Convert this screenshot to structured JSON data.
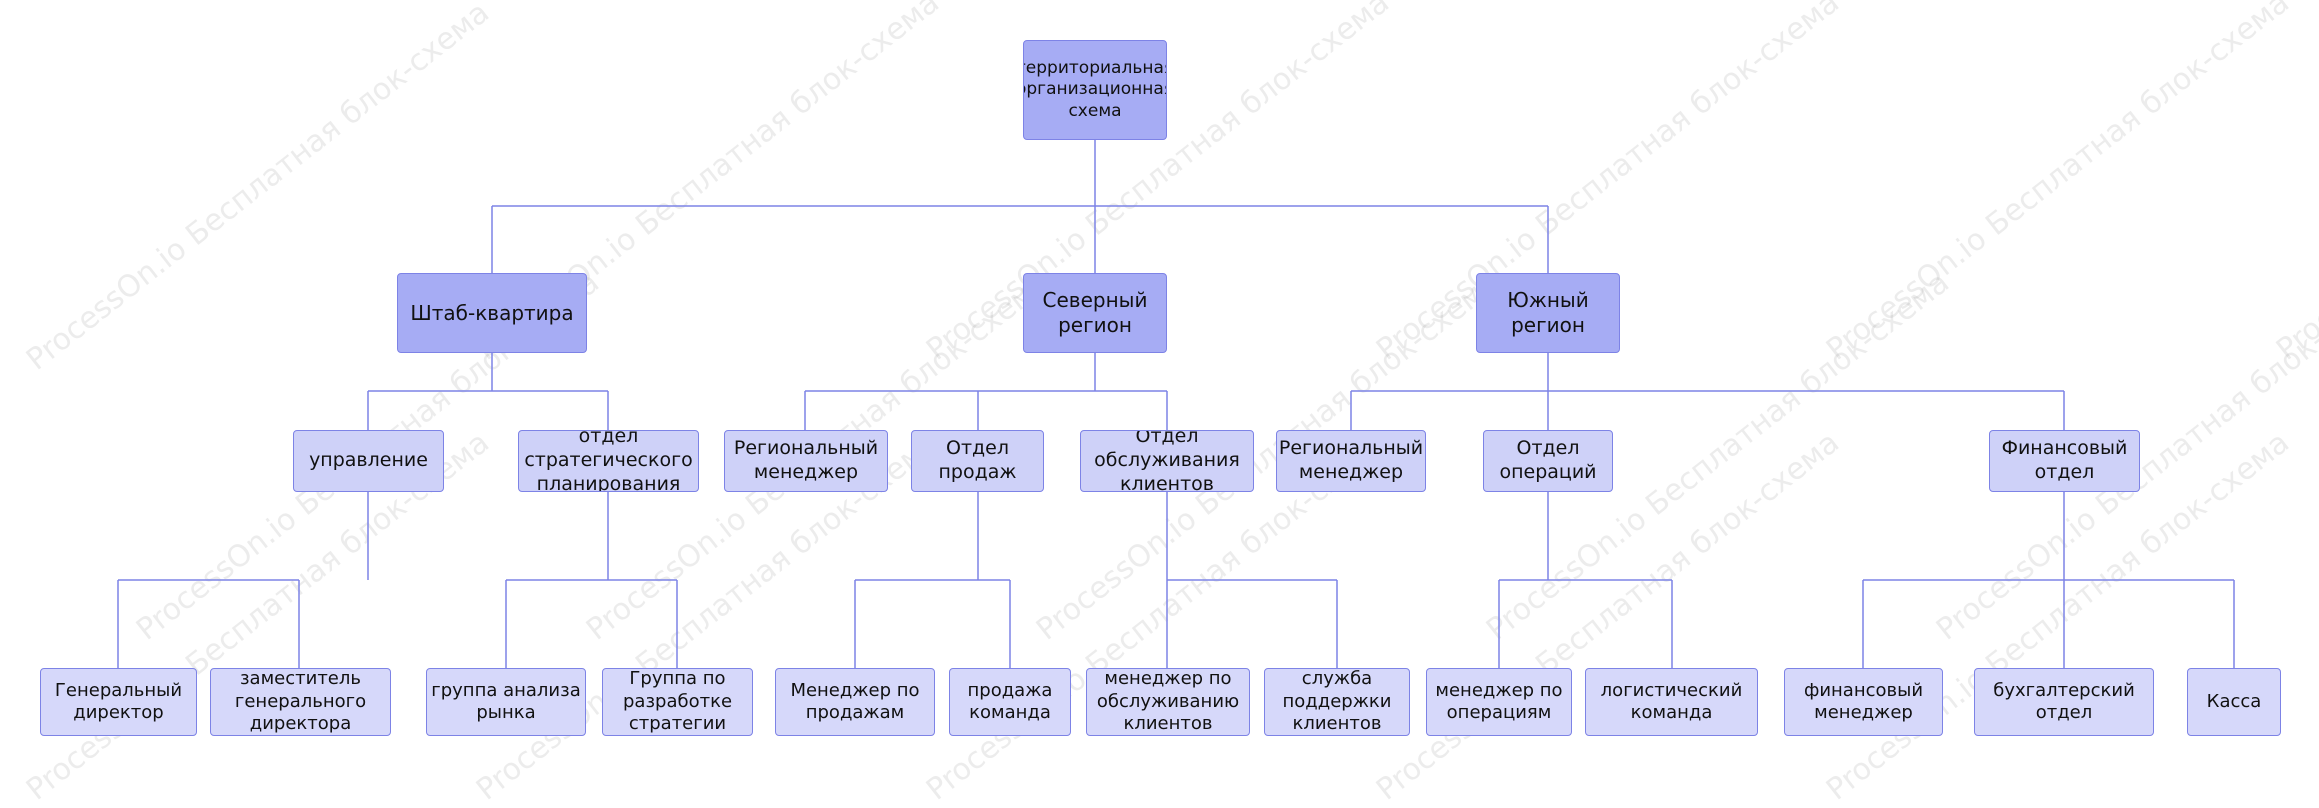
{
  "colors": {
    "line": "#7d83e6",
    "primary_fill": "#a6acf4",
    "secondary_fill": "#ced1f8",
    "leaf_fill": "#d6d8fa"
  },
  "watermark": {
    "text": "ProcessOn.io Бесплатная блок-схема"
  },
  "nodes": {
    "root": "территориальная организационная схема",
    "hq": "Штаб-квартира",
    "north": "Северный регион",
    "south": "Южный регион",
    "mgmt": "управление",
    "strat": "отдел стратегического планирования",
    "n_regmgr": "Региональный менеджер",
    "n_sales": "Отдел продаж",
    "n_service": "Отдел обслуживания клиентов",
    "s_regmgr": "Региональный менеджер",
    "s_ops": "Отдел операций",
    "s_fin": "Финансовый отдел",
    "ceo": "Генеральный директор",
    "deputy": "заместитель генерального директора",
    "market": "группа анализа рынка",
    "strategy": "Группа по разработке стратегии",
    "salesmgr": "Менеджер по продажам",
    "salesteam": "продажа команда",
    "csmgr": "менеджер по обслуживанию клиентов",
    "support": "служба поддержки клиентов",
    "opsmgr": "менеджер по операциям",
    "logistics": "логистический команда",
    "finmgr": "финансовый менеджер",
    "accounting": "бухгалтерский отдел",
    "cash": "Касса"
  }
}
